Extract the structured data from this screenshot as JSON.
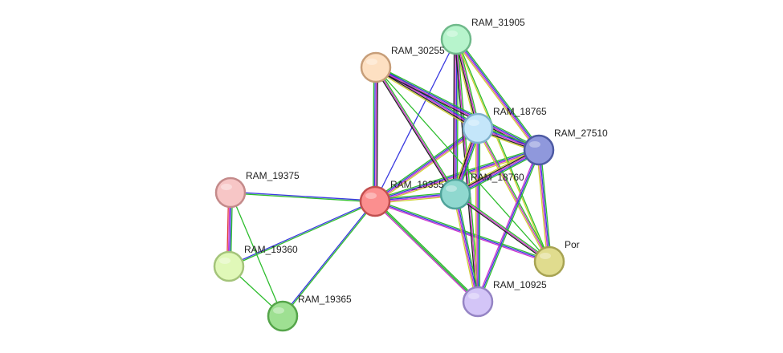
{
  "network": {
    "nodes": [
      {
        "id": "RAM_31905",
        "label": "RAM_31905",
        "fill": "#b7f4cc",
        "stroke": "#6fb98a"
      },
      {
        "id": "RAM_30255",
        "label": "RAM_30255",
        "fill": "#fde0c2",
        "stroke": "#c79e79"
      },
      {
        "id": "RAM_18765",
        "label": "RAM_18765",
        "fill": "#c4e6fa",
        "stroke": "#7fb1cc"
      },
      {
        "id": "RAM_27510",
        "label": "RAM_27510",
        "fill": "#8f98dc",
        "stroke": "#4d5aa3"
      },
      {
        "id": "RAM_18760",
        "label": "RAM_18760",
        "fill": "#8fd8cf",
        "stroke": "#4fa39a"
      },
      {
        "id": "RAM_19355",
        "label": "RAM_19355",
        "fill": "#fb8f8f",
        "stroke": "#c24f4f"
      },
      {
        "id": "RAM_19375",
        "label": "RAM_19375",
        "fill": "#f7c6c6",
        "stroke": "#c48a8a"
      },
      {
        "id": "RAM_19360",
        "label": "RAM_19360",
        "fill": "#e0f8b8",
        "stroke": "#a4c47a"
      },
      {
        "id": "RAM_19365",
        "label": "RAM_19365",
        "fill": "#9ee092",
        "stroke": "#55a54a"
      },
      {
        "id": "Por",
        "label": "Por",
        "fill": "#e0dc8e",
        "stroke": "#a7a352"
      },
      {
        "id": "RAM_10925",
        "label": "RAM_10925",
        "fill": "#d3c5f7",
        "stroke": "#9584c4"
      }
    ],
    "edges": [
      {
        "source": "RAM_19355",
        "target": "RAM_31905",
        "colors": [
          "#3a3ae0"
        ]
      },
      {
        "source": "RAM_19355",
        "target": "RAM_30255",
        "colors": [
          "#2ebd2e",
          "#3a3ae0",
          "#cc33cc",
          "#222222"
        ]
      },
      {
        "source": "RAM_19355",
        "target": "RAM_18765",
        "colors": [
          "#2ebd2e",
          "#3a3ae0",
          "#cc33cc",
          "#cfcf33"
        ]
      },
      {
        "source": "RAM_19355",
        "target": "RAM_27510",
        "colors": [
          "#2ebd2e",
          "#3a3ae0",
          "#cc33cc",
          "#cfcf33"
        ]
      },
      {
        "source": "RAM_19355",
        "target": "RAM_18760",
        "colors": [
          "#2ebd2e",
          "#3a3ae0",
          "#cc33cc",
          "#cfcf33"
        ]
      },
      {
        "source": "RAM_19355",
        "target": "Por",
        "colors": [
          "#2ebd2e",
          "#3a3ae0",
          "#cc33cc"
        ]
      },
      {
        "source": "RAM_19355",
        "target": "RAM_10925",
        "colors": [
          "#2ebd2e",
          "#3a3ae0",
          "#cc33cc"
        ]
      },
      {
        "source": "RAM_19355",
        "target": "RAM_19375",
        "colors": [
          "#2ebd2e",
          "#3a3ae0"
        ]
      },
      {
        "source": "RAM_19355",
        "target": "RAM_19360",
        "colors": [
          "#2ebd2e",
          "#3a3ae0"
        ]
      },
      {
        "source": "RAM_19355",
        "target": "RAM_19365",
        "colors": [
          "#2ebd2e",
          "#3a3ae0"
        ]
      },
      {
        "source": "RAM_19375",
        "target": "RAM_19360",
        "colors": [
          "#2ebd2e",
          "#3a3ae0",
          "#cc33cc",
          "#e03a3a"
        ]
      },
      {
        "source": "RAM_19375",
        "target": "RAM_19365",
        "colors": [
          "#2ebd2e"
        ]
      },
      {
        "source": "RAM_19360",
        "target": "RAM_19365",
        "colors": [
          "#2ebd2e"
        ]
      },
      {
        "source": "RAM_31905",
        "target": "RAM_18765",
        "colors": [
          "#2ebd2e",
          "#cc33cc",
          "#222222",
          "#cfcf33"
        ]
      },
      {
        "source": "RAM_31905",
        "target": "RAM_27510",
        "colors": [
          "#2ebd2e",
          "#3a3ae0",
          "#cc33cc",
          "#cfcf33"
        ]
      },
      {
        "source": "RAM_31905",
        "target": "RAM_18760",
        "colors": [
          "#2ebd2e",
          "#3a3ae0",
          "#cc33cc",
          "#222222"
        ]
      },
      {
        "source": "RAM_31905",
        "target": "Por",
        "colors": [
          "#2ebd2e",
          "#cfcf33"
        ]
      },
      {
        "source": "RAM_31905",
        "target": "RAM_10925",
        "colors": [
          "#2ebd2e",
          "#cc33cc",
          "#222222"
        ]
      },
      {
        "source": "RAM_30255",
        "target": "RAM_18765",
        "colors": [
          "#2ebd2e",
          "#3a3ae0",
          "#cc33cc",
          "#222222",
          "#cfcf33"
        ]
      },
      {
        "source": "RAM_30255",
        "target": "RAM_27510",
        "colors": [
          "#2ebd2e",
          "#3a3ae0",
          "#cc33cc",
          "#222222"
        ]
      },
      {
        "source": "RAM_30255",
        "target": "RAM_18760",
        "colors": [
          "#2ebd2e",
          "#cc33cc",
          "#222222"
        ]
      },
      {
        "source": "RAM_30255",
        "target": "Por",
        "colors": [
          "#2ebd2e"
        ]
      },
      {
        "source": "RAM_18765",
        "target": "RAM_27510",
        "colors": [
          "#2ebd2e",
          "#3a3ae0",
          "#cc33cc",
          "#222222",
          "#cfcf33"
        ]
      },
      {
        "source": "RAM_18765",
        "target": "RAM_18760",
        "colors": [
          "#2ebd2e",
          "#3a3ae0",
          "#cc33cc",
          "#222222",
          "#cfcf33"
        ]
      },
      {
        "source": "RAM_18765",
        "target": "Por",
        "colors": [
          "#2ebd2e",
          "#cc33cc",
          "#cfcf33"
        ]
      },
      {
        "source": "RAM_18765",
        "target": "RAM_10925",
        "colors": [
          "#2ebd2e",
          "#3a3ae0",
          "#cc33cc",
          "#cfcf33"
        ]
      },
      {
        "source": "RAM_27510",
        "target": "RAM_18760",
        "colors": [
          "#2ebd2e",
          "#3a3ae0",
          "#cc33cc",
          "#222222",
          "#cfcf33"
        ]
      },
      {
        "source": "RAM_27510",
        "target": "Por",
        "colors": [
          "#2ebd2e",
          "#3a3ae0",
          "#cc33cc",
          "#cfcf33"
        ]
      },
      {
        "source": "RAM_27510",
        "target": "RAM_10925",
        "colors": [
          "#2ebd2e",
          "#3a3ae0",
          "#cc33cc"
        ]
      },
      {
        "source": "RAM_18760",
        "target": "Por",
        "colors": [
          "#2ebd2e",
          "#cc33cc",
          "#222222"
        ]
      },
      {
        "source": "RAM_18760",
        "target": "RAM_10925",
        "colors": [
          "#2ebd2e",
          "#3a3ae0",
          "#cc33cc",
          "#cfcf33"
        ]
      },
      {
        "source": "RAM_19355",
        "target": "RAM_10925",
        "colors": [
          "#2ebd2e"
        ]
      }
    ]
  }
}
